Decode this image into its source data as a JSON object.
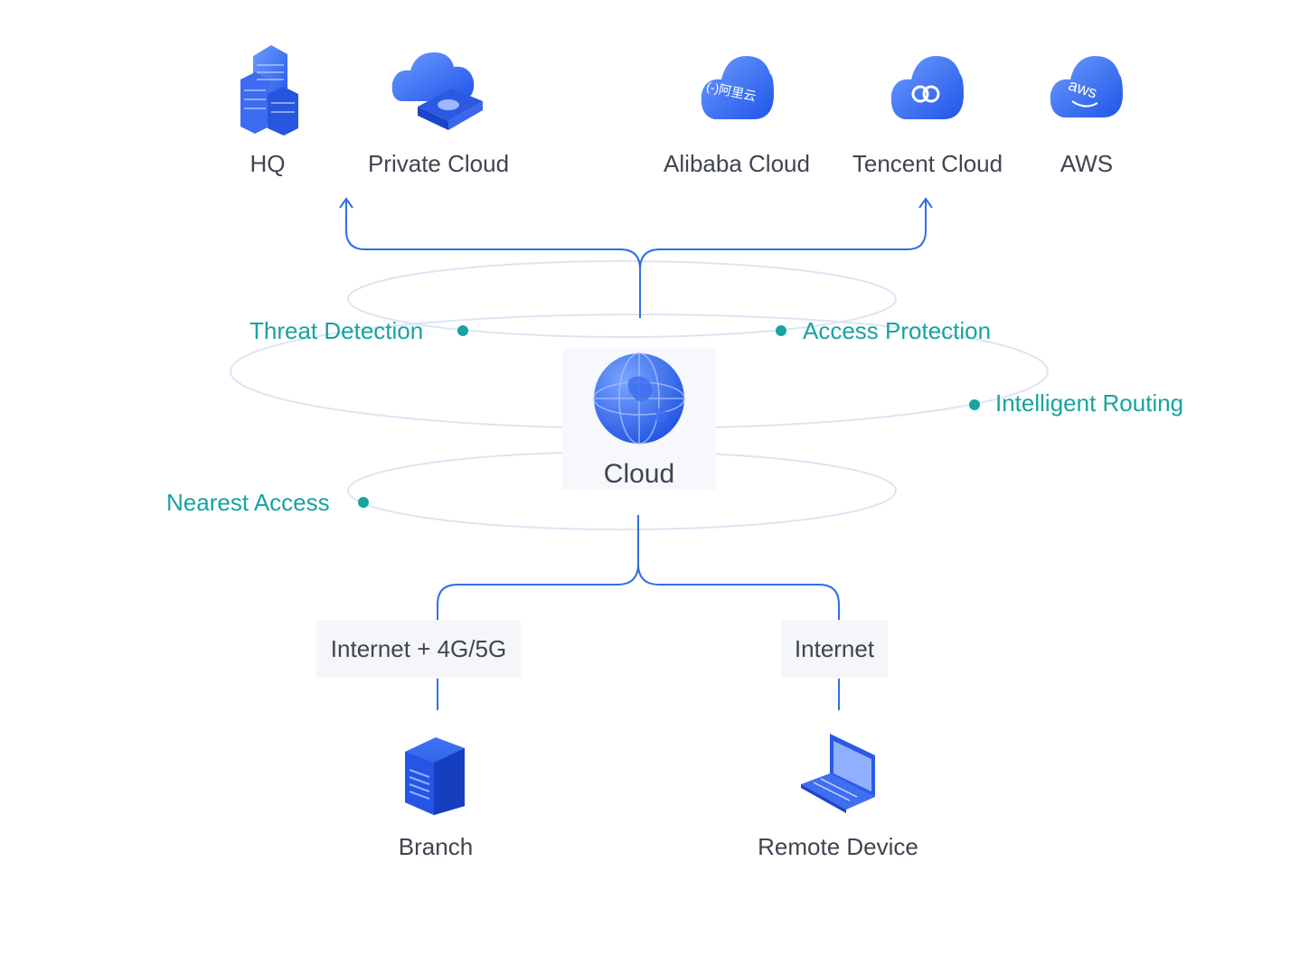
{
  "destinations": [
    {
      "label": "HQ",
      "icon": "office-building-icon"
    },
    {
      "label": "Private Cloud",
      "icon": "private-cloud-server-icon"
    },
    {
      "label": "Alibaba Cloud",
      "icon": "alibaba-cloud-icon"
    },
    {
      "label": "Tencent Cloud",
      "icon": "tencent-cloud-icon"
    },
    {
      "label": "AWS",
      "icon": "aws-cloud-icon"
    }
  ],
  "alibaba_icon_text": "(-)阿里云",
  "aws_icon_text": "aws",
  "center": {
    "label": "Cloud",
    "icon": "globe-icon"
  },
  "features": {
    "threat_detection": "Threat Detection",
    "access_protection": "Access Protection",
    "intelligent_routing": "Intelligent Routing",
    "nearest_access": "Nearest Access"
  },
  "links": {
    "branch_link": "Internet + 4G/5G",
    "remote_link": "Internet"
  },
  "sources": [
    {
      "label": "Branch",
      "icon": "server-icon"
    },
    {
      "label": "Remote Device",
      "icon": "laptop-icon"
    }
  ],
  "colors": {
    "line": "#2f6fe8",
    "feature": "#17a3a0",
    "text": "#3f4450",
    "ring": "#dde6f5"
  }
}
